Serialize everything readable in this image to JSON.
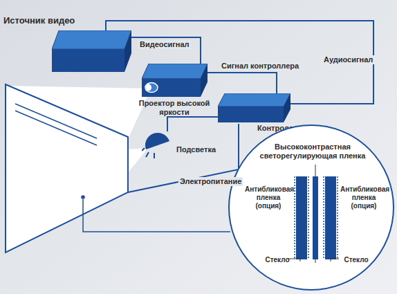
{
  "diagram": {
    "nodes": [
      {
        "text": [
          "Источник видео"
        ]
      },
      {
        "text": [
          "Проектор высокой яркости"
        ]
      },
      {
        "text": [
          "Контроллер"
        ]
      },
      {
        "text": [
          "Подсветка"
        ]
      },
      {
        "text": [
          "Высококонтрастная светорегулирующая пленка",
          "Антибликовая пленка (опция)",
          "Антибликовая пленка (опция)",
          "Стекло",
          "Стекло"
        ]
      }
    ],
    "edges": [
      {
        "from": 0,
        "to": 1,
        "label": "Видеосигнал",
        "arrow": "none"
      },
      {
        "from": 2,
        "to": 1,
        "label": "Сигнал контроллера",
        "arrow": "none"
      },
      {
        "from": 0,
        "to": 2,
        "label": "Аудиосигнал",
        "arrow": "none"
      },
      {
        "from": 2,
        "to": 3,
        "arrow": "none"
      }
    ],
    "labels": [
      "Электропитание"
    ]
  }
}
